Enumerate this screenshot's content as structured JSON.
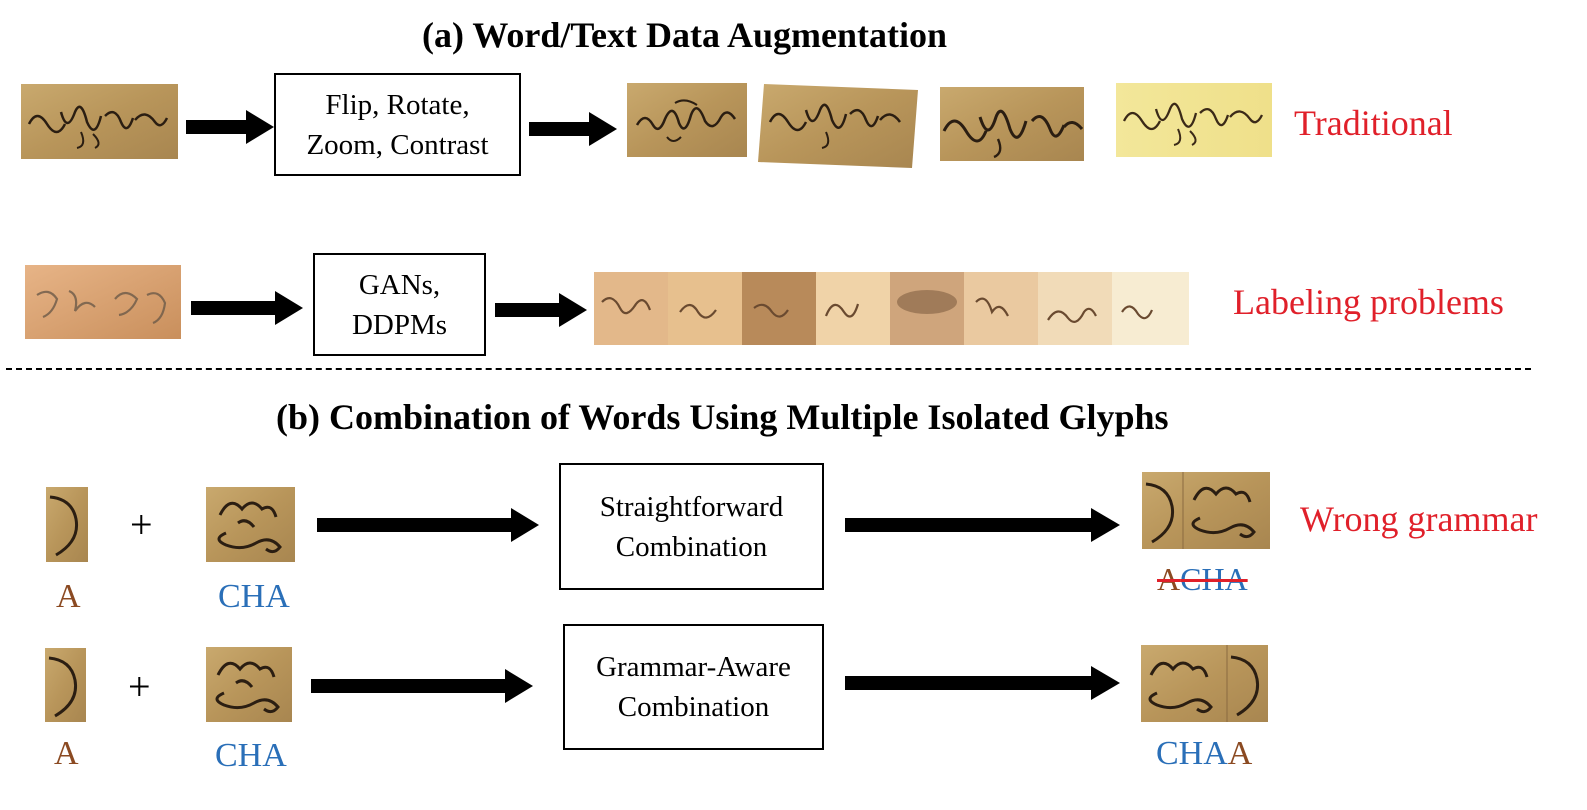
{
  "section_a": {
    "title": "(a) Word/Text Data Augmentation",
    "row1": {
      "box_line1": "Flip, Rotate,",
      "box_line2": "Zoom, Contrast",
      "result": "Traditional"
    },
    "row2": {
      "box_line1": "GANs,",
      "box_line2": "DDPMs",
      "result": "Labeling problems"
    }
  },
  "section_b": {
    "title": "(b) Combination of Words Using Multiple Isolated Glyphs",
    "plus": "+",
    "row1": {
      "glyph1_label": "A",
      "glyph2_label": "CHA",
      "box_line1": "Straightforward",
      "box_line2": "Combination",
      "output_part1": "A",
      "output_part2": "CHA",
      "result": "Wrong grammar"
    },
    "row2": {
      "glyph1_label": "A",
      "glyph2_label": "CHA",
      "box_line1": "Grammar-Aware",
      "box_line2": "Combination",
      "output_part1": "CHA",
      "output_part2": "A"
    }
  },
  "colors": {
    "annotation_red": "#e0202a",
    "glyph_a_brown": "#8b4a22",
    "glyph_cha_blue": "#2a6fb8"
  }
}
